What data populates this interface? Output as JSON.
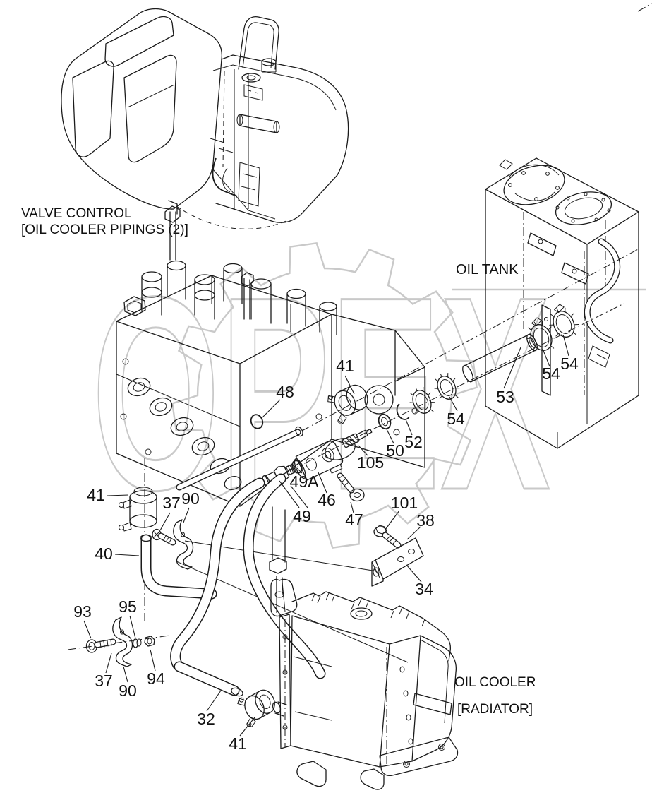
{
  "title": "VALVE CONTROL [OIL COOLER PIPINGS (2)] parts diagram",
  "captions": {
    "valve_control_1": "VALVE CONTROL",
    "valve_control_2": "[OIL COOLER PIPINGS (2)]",
    "oil_tank": "OIL TANK",
    "oil_cooler_1": "OIL COOLER",
    "oil_cooler_2": "[RADIATOR]"
  },
  "watermark": {
    "text": "OPEX",
    "color": "#c9c9c9"
  },
  "colors": {
    "line": "#1b1b1b",
    "watermark": "#c9c9c9",
    "background": "#ffffff"
  },
  "callouts": [
    {
      "part": "41",
      "ref": "pipe-clamp-upper"
    },
    {
      "part": "48",
      "ref": "o-ring-valve-port"
    },
    {
      "part": "53",
      "ref": "connecting-pipe"
    },
    {
      "part": "54",
      "ref": "hose-clamp-tank-outer"
    },
    {
      "part": "54",
      "ref": "hose-clamp-tank-inner"
    },
    {
      "part": "54",
      "ref": "hose-clamp-mid"
    },
    {
      "part": "52",
      "ref": "snap-ring"
    },
    {
      "part": "50",
      "ref": "grommet"
    },
    {
      "part": "105",
      "ref": "check-valve-spring"
    },
    {
      "part": "49A",
      "ref": "o-ring-elbow"
    },
    {
      "part": "46",
      "ref": "elbow-block"
    },
    {
      "part": "49",
      "ref": "hose-fitting"
    },
    {
      "part": "47",
      "ref": "socket-bolt"
    },
    {
      "part": "101",
      "ref": "flange-bolt"
    },
    {
      "part": "38",
      "ref": "bolt-washer"
    },
    {
      "part": "34",
      "ref": "mount-plate"
    },
    {
      "part": "41",
      "ref": "hose-clamp-left"
    },
    {
      "part": "37",
      "ref": "screw-upper"
    },
    {
      "part": "90",
      "ref": "bracket-upper"
    },
    {
      "part": "40",
      "ref": "hose-left"
    },
    {
      "part": "93",
      "ref": "bolt-lower"
    },
    {
      "part": "95",
      "ref": "washer-lower"
    },
    {
      "part": "37",
      "ref": "screw-lower"
    },
    {
      "part": "90",
      "ref": "bracket-lower"
    },
    {
      "part": "94",
      "ref": "nut-lower"
    },
    {
      "part": "32",
      "ref": "hose-radiator"
    },
    {
      "part": "41",
      "ref": "hose-clamp-radiator"
    }
  ]
}
